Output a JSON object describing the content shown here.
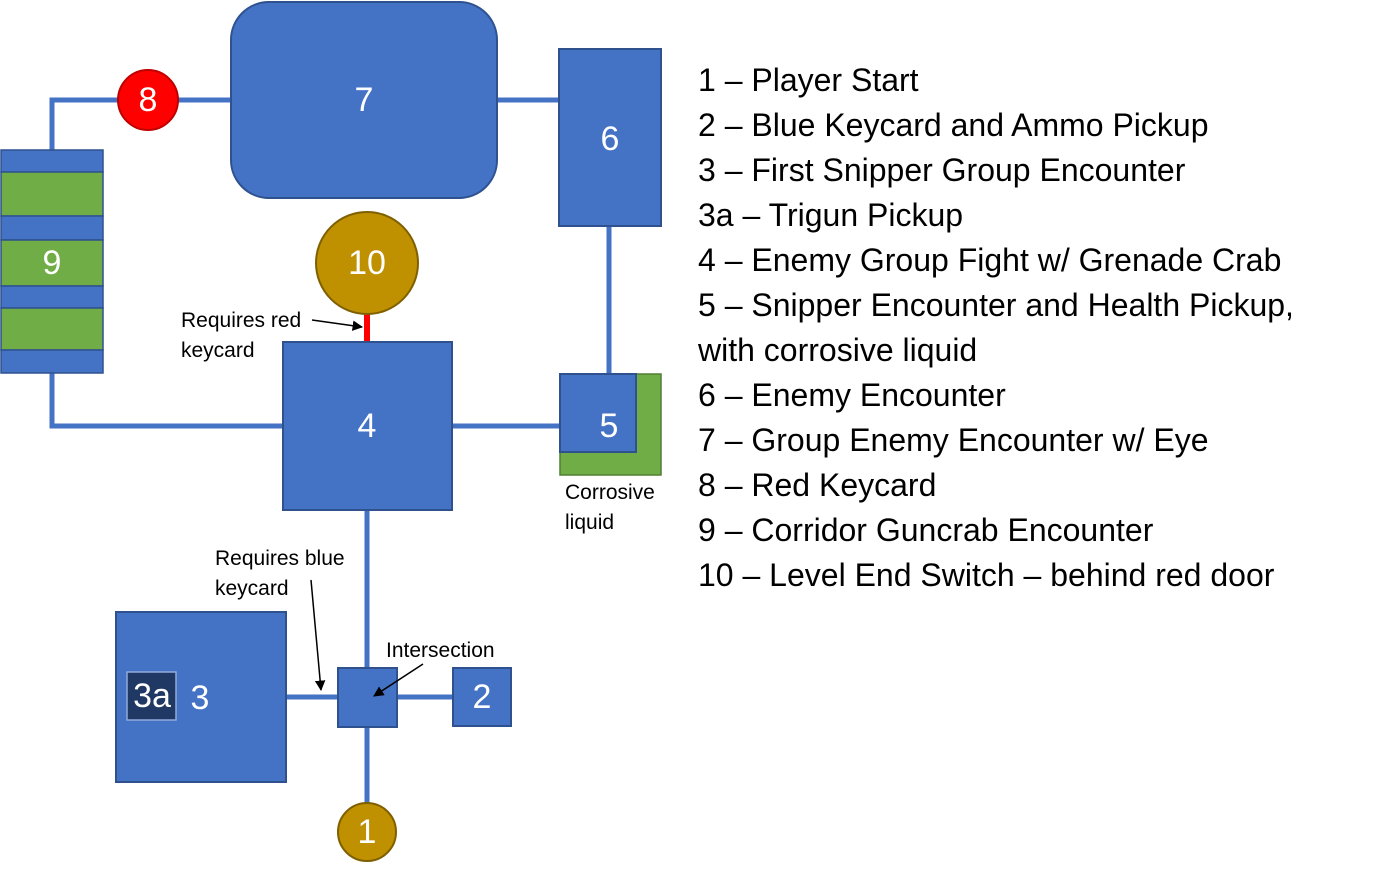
{
  "colors": {
    "room": "#4472C4",
    "room_dark": "#203864",
    "hazard_green": "#70AD47",
    "connector": "#4472C4",
    "locked_door": "#FF0000",
    "keycard_red": "#FF0000",
    "gold": "#BF9000",
    "text_light": "#FFFFFF",
    "text_dark": "#000000"
  },
  "nodes": {
    "n1": "1",
    "n2": "2",
    "n3": "3",
    "n3a": "3a",
    "n4": "4",
    "n5": "5",
    "n6": "6",
    "n7": "7",
    "n8": "8",
    "n9": "9",
    "n10": "10"
  },
  "annotations": {
    "requires_red_line1": "Requires red",
    "requires_red_line2": "keycard",
    "requires_blue_line1": "Requires blue",
    "requires_blue_line2": "keycard",
    "intersection": "Intersection",
    "corrosive_line1": "Corrosive",
    "corrosive_line2": "liquid"
  },
  "legend": [
    "1 – Player Start",
    "2 – Blue Keycard and Ammo Pickup",
    "3 – First Snipper Group Encounter",
    "3a – Trigun Pickup",
    "4 – Enemy Group Fight w/ Grenade Crab",
    "5 – Snipper Encounter and Health Pickup,",
    "with corrosive liquid",
    "6 – Enemy Encounter",
    "7 – Group Enemy Encounter w/ Eye",
    "8 – Red Keycard",
    "9 – Corridor Guncrab Encounter",
    "10 – Level End Switch – behind red door"
  ]
}
